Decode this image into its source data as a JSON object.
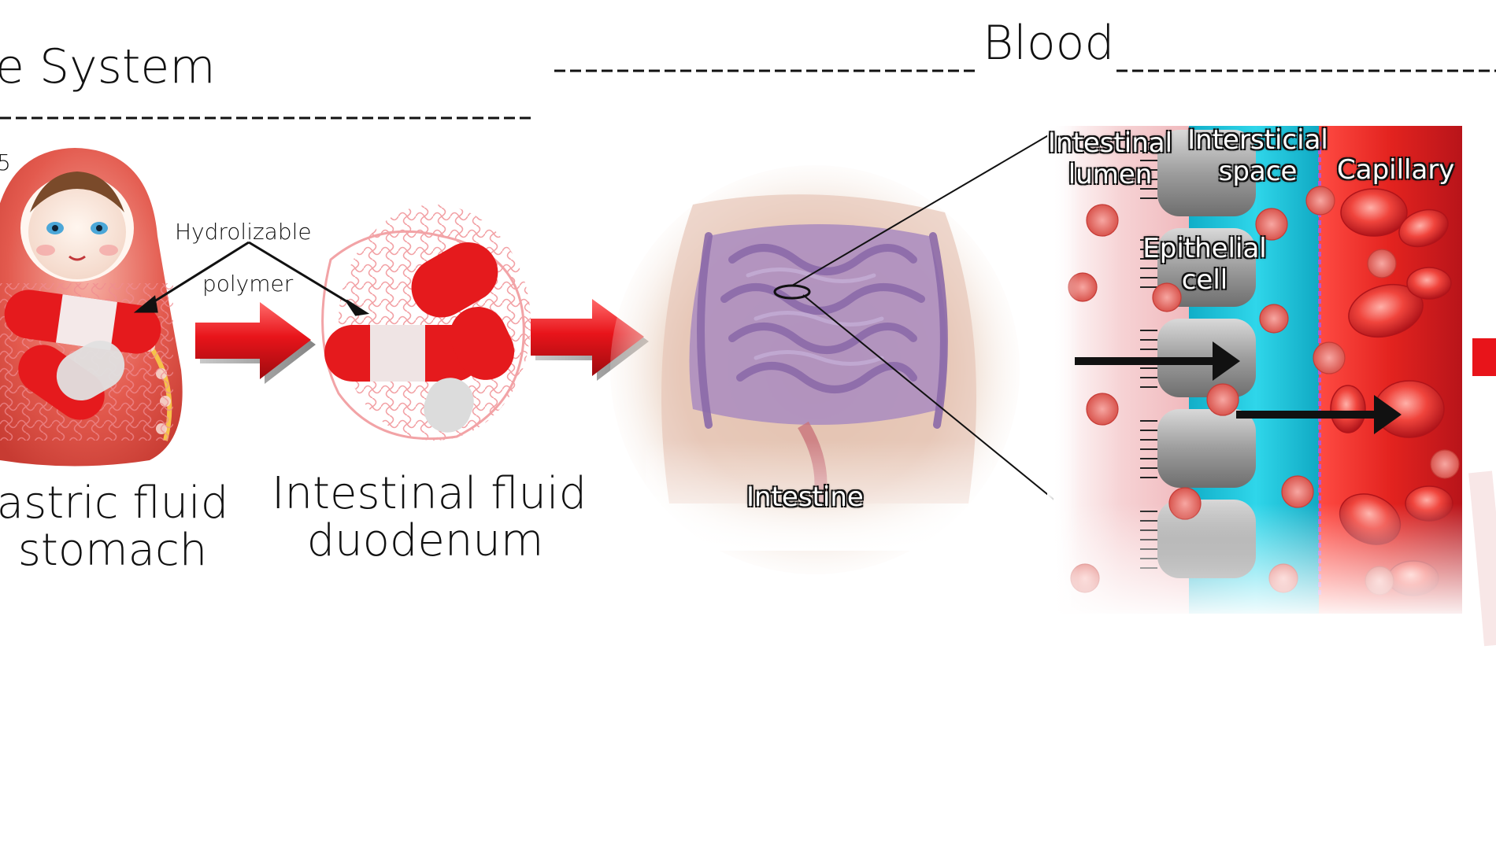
{
  "diagram": {
    "heading_left": "e System",
    "heading_right": "Blood",
    "corner_fragment": "5",
    "annotation_polymer_line1": "Hydrolizable",
    "annotation_polymer_line2": "polymer",
    "caption_stomach_line1": "astric fluid",
    "caption_stomach_line2": "stomach",
    "caption_duodenum_line1": "Intestinal fluid",
    "caption_duodenum_line2": "duodenum",
    "label_intestine": "Intestine",
    "label_lumen_line1": "Intestinal",
    "label_lumen_line2": "lumen",
    "label_interstitial_line1": "Intersticial",
    "label_interstitial_line2": "space",
    "label_capillary": "Capillary",
    "label_epithelial_line1": "Epithelial",
    "label_epithelial_line2": "cell"
  },
  "colors": {
    "arrow_red": "#e8141a",
    "capillary_red": "#e3231f",
    "interstitial_cyan": "#18c4dc",
    "lumen_pink": "#f6d2d4",
    "intestine_purple": "#a98bc0"
  }
}
